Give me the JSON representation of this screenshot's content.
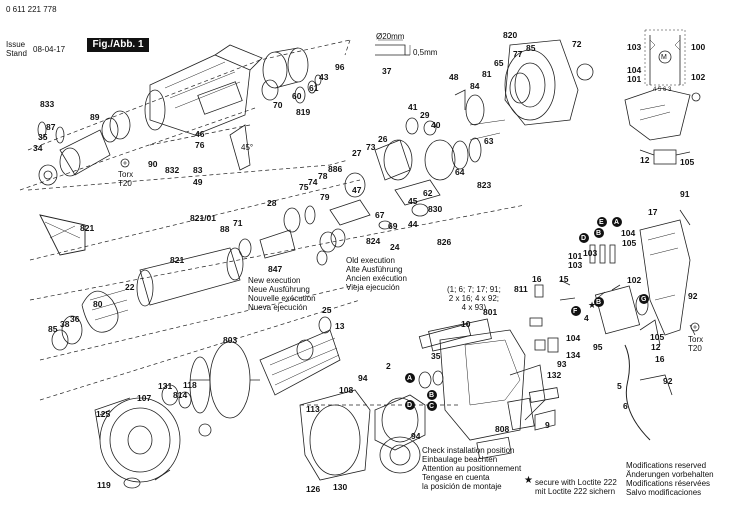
{
  "header": {
    "part_number": "0 611 221 778",
    "issue_label": "Issue",
    "stand_label": "Stand",
    "issue_date": "08-04-17",
    "figure_label": "Fig./Abb. 1"
  },
  "dimension": {
    "diameter": "Ø20mm",
    "thickness": "0,5mm",
    "part": "37"
  },
  "torx_top": {
    "label": "Torx",
    "size": "T20"
  },
  "torx_right": {
    "label": "Torx",
    "size": "T20"
  },
  "execution_new": [
    "New execution",
    "Neue Ausführung",
    "Nouvelle exécution",
    "Nueva ejecución"
  ],
  "execution_old": [
    "Old execution",
    "Alte Ausführung",
    "Ancien exécution",
    "Vieja ejecución"
  ],
  "part_list_note": [
    "(1; 6; 7; 17; 91;",
    "2 x 16; 4 x 92;",
    "4 x 93)"
  ],
  "check_notice": [
    "Check installation position",
    "Einbaulage beachten",
    "Attention au positionnement",
    "Tengase en cuenta",
    "la posición de montaje"
  ],
  "loctite_note": [
    "secure with Loctite 222",
    "mit Loctite 222 sichern"
  ],
  "loctite_star": "★",
  "modifications": [
    "Modifications reserved",
    "Änderungen vorbehalten",
    "Modifications réservées",
    "Salvo modificaciones"
  ],
  "angle": "45°",
  "labels": {
    "p833": "833",
    "p87": "87",
    "p89": "89",
    "p35a": "35",
    "p34": "34",
    "p90": "90",
    "p46": "46",
    "p76": "76",
    "p832": "832",
    "p83": "83",
    "p49": "49",
    "p70": "70",
    "p60": "60",
    "p61": "61",
    "p43": "43",
    "p96": "96",
    "p819": "819",
    "p820": "820",
    "p72": "72",
    "p48": "48",
    "p84": "84",
    "p81": "81",
    "p65": "65",
    "p77": "77",
    "p85a": "85",
    "p41": "41",
    "p29": "29",
    "p40": "40",
    "p26": "26",
    "p27": "27",
    "p73": "73",
    "p63": "63",
    "p64": "64",
    "p823": "823",
    "p62": "62",
    "p830": "830",
    "p886": "886",
    "p78": "78",
    "p75": "75",
    "p74": "74",
    "p79": "79",
    "p47": "47",
    "p67": "67",
    "p45": "45",
    "p69": "69",
    "p44": "44",
    "p824": "824",
    "p24": "24",
    "p826": "826",
    "p821a": "821",
    "p821_01": "821/01",
    "p88": "88",
    "p71": "71",
    "p28": "28",
    "p847": "847",
    "p821b": "821",
    "p22": "22",
    "p80": "80",
    "p85b": "85",
    "p38": "38",
    "p36": "36",
    "p25": "25",
    "p13": "13",
    "p803": "803",
    "p131": "131",
    "p118": "118",
    "p814": "814",
    "p107": "107",
    "p125": "125",
    "p119": "119",
    "p108": "108",
    "p113": "113",
    "p94a": "94",
    "p94b": "94",
    "p126": "126",
    "p130": "130",
    "p2": "2",
    "p35b": "35",
    "p10": "10",
    "p801": "801",
    "p808": "808",
    "p9": "9",
    "p811": "811",
    "p16a": "16",
    "p15": "15",
    "p132": "132",
    "p93": "93",
    "p104a": "104",
    "p134": "134",
    "p103a": "103",
    "p104b": "104",
    "p101a": "101",
    "p103b": "103",
    "p105a": "105",
    "p102a": "102",
    "p4": "4",
    "p95": "95",
    "p105b": "105",
    "p12a": "12",
    "p16b": "16",
    "p92a": "92",
    "p92b": "92",
    "p5": "5",
    "p6": "6",
    "p91": "91",
    "p17": "17",
    "p103c": "103",
    "p104c": "104",
    "p101b": "101",
    "p100": "100",
    "p102b": "102",
    "p12b": "12",
    "p105c": "105"
  },
  "letters": {
    "A": "A",
    "B": "B",
    "C": "C",
    "D": "D",
    "E": "E",
    "F": "F",
    "G": "G"
  },
  "schematic": {
    "m": "M",
    "pins": "4 5 6 3"
  }
}
